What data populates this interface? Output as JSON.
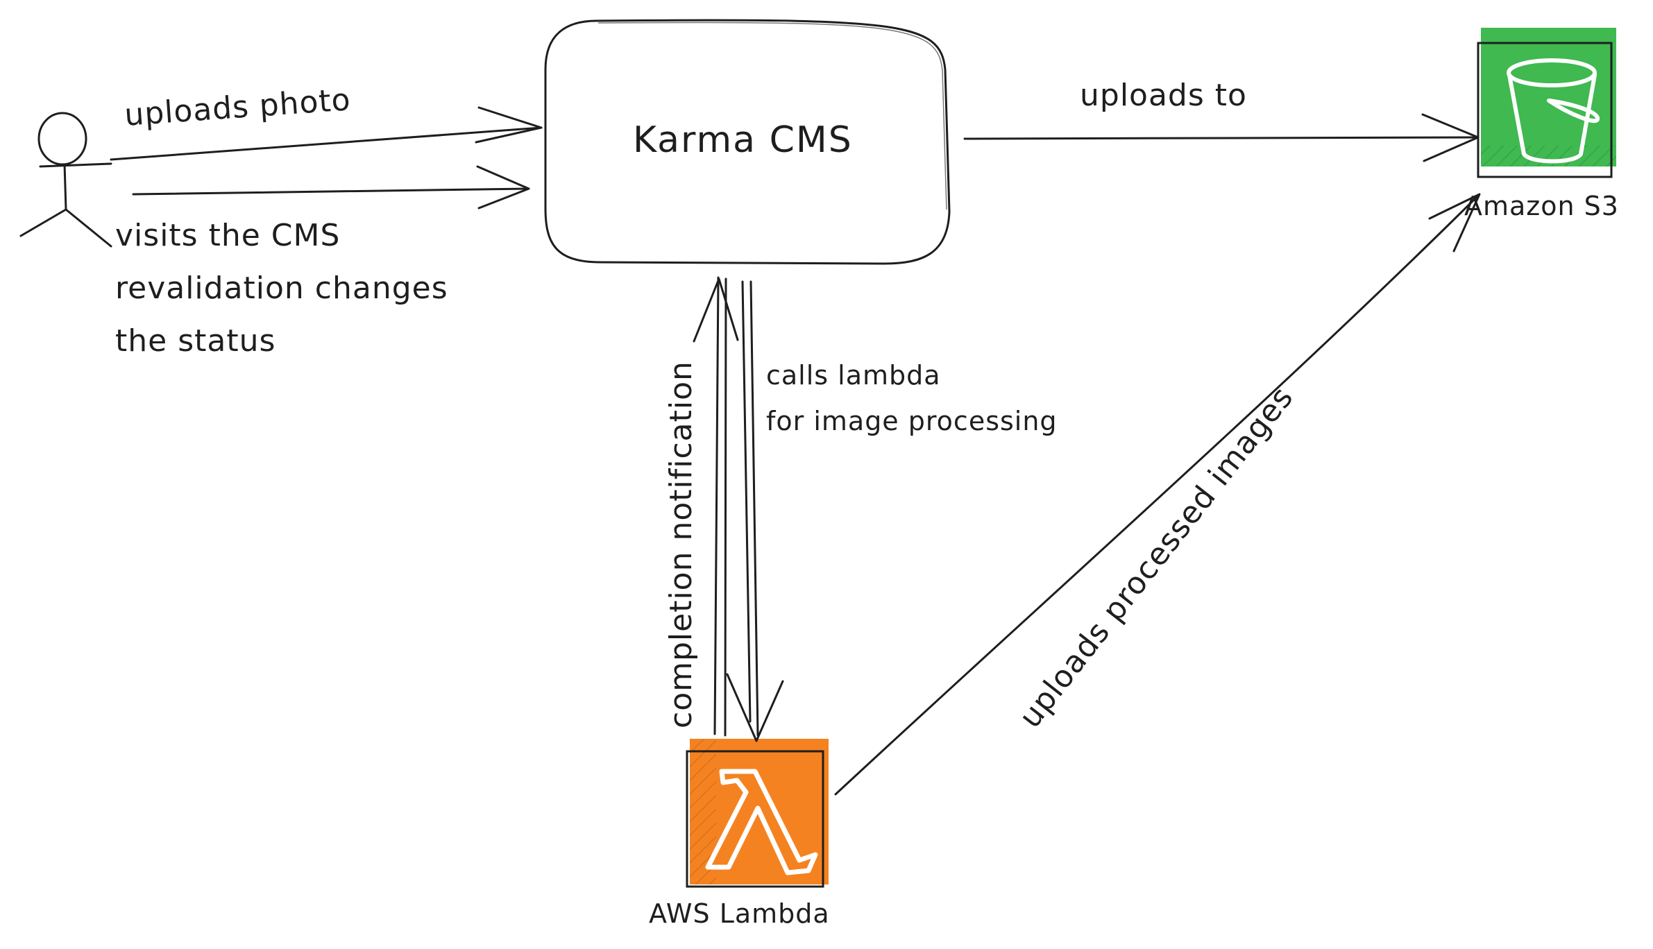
{
  "nodes": {
    "cms": {
      "label": "Karma CMS"
    },
    "s3": {
      "label": "Amazon S3",
      "color": "#3fb950"
    },
    "lambda": {
      "label": "AWS Lambda",
      "color": "#f58220"
    },
    "user": {
      "icon": "stick-figure-icon"
    }
  },
  "edges": {
    "uploads_photo": "uploads photo",
    "visits_lines": [
      "visits the CMS",
      "revalidation changes",
      "the status"
    ],
    "uploads_to": "uploads to",
    "completion": "completion notification",
    "calls_lambda_lines": [
      "calls lambda",
      "for image processing"
    ],
    "uploads_processed": "uploads processed images"
  }
}
